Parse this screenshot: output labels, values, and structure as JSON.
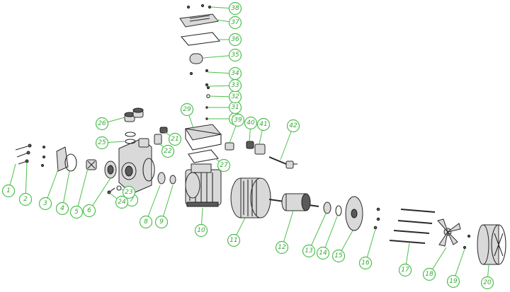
{
  "diagram": {
    "type": "exploded-parts-diagram",
    "colors": {
      "callout": "#4cbf4c",
      "callout_text": "#3aa83a",
      "part_stroke": "#2a2a2a",
      "part_fill": "#d9d9d9"
    },
    "callouts": [
      {
        "label": "1"
      },
      {
        "label": "2"
      },
      {
        "label": "3"
      },
      {
        "label": "4"
      },
      {
        "label": "5"
      },
      {
        "label": "6"
      },
      {
        "label": "7"
      },
      {
        "label": "8"
      },
      {
        "label": "9"
      },
      {
        "label": "10"
      },
      {
        "label": "11"
      },
      {
        "label": "12"
      },
      {
        "label": "13"
      },
      {
        "label": "14"
      },
      {
        "label": "15"
      },
      {
        "label": "16"
      },
      {
        "label": "17"
      },
      {
        "label": "18"
      },
      {
        "label": "19"
      },
      {
        "label": "20"
      },
      {
        "label": "21"
      },
      {
        "label": "22"
      },
      {
        "label": "23"
      },
      {
        "label": "24"
      },
      {
        "label": "25"
      },
      {
        "label": "26"
      },
      {
        "label": "27"
      },
      {
        "label": "29"
      },
      {
        "label": "30"
      },
      {
        "label": "31"
      },
      {
        "label": "32"
      },
      {
        "label": "33"
      },
      {
        "label": "34"
      },
      {
        "label": "35"
      },
      {
        "label": "36"
      },
      {
        "label": "37"
      },
      {
        "label": "38"
      },
      {
        "label": "39"
      },
      {
        "label": "40"
      },
      {
        "label": "41"
      },
      {
        "label": "42"
      }
    ]
  }
}
